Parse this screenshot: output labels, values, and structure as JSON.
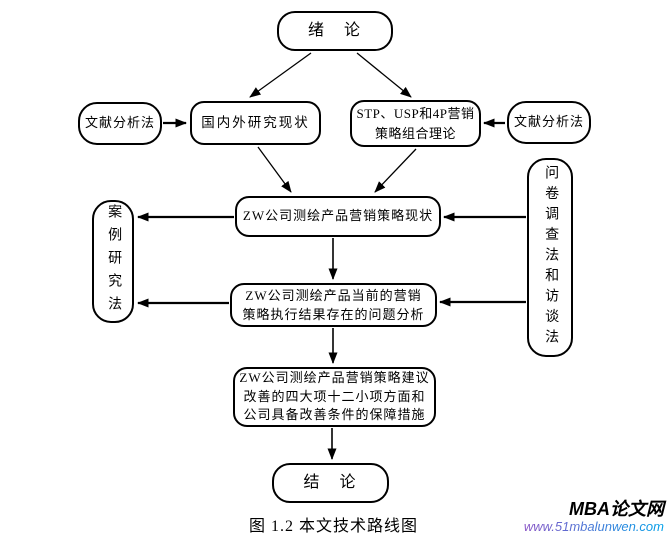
{
  "figure": {
    "caption": "图 1.2  本文技术路线图"
  },
  "nodes": {
    "intro": {
      "label": "绪　论"
    },
    "lit_left": {
      "label": "文献分析法"
    },
    "domestic": {
      "label": "国内外研究现状"
    },
    "stp": {
      "line1": "STP、USP和4P营销",
      "line2": "策略组合理论"
    },
    "lit_right": {
      "label": "文献分析法"
    },
    "case_method": {
      "label": "案例研究法"
    },
    "survey_method": {
      "label": "问卷调查法和访谈法"
    },
    "status": {
      "label": "ZW公司测绘产品营销策略现状"
    },
    "problem": {
      "line1": "ZW公司测绘产品当前的营销",
      "line2": "策略执行结果存在的问题分析"
    },
    "suggestion": {
      "line1": "ZW公司测绘产品营销策略建议",
      "line2": "改善的四大项十二小项方面和",
      "line3": "公司具备改善条件的保障措施"
    },
    "conclusion": {
      "label": "结　论"
    }
  },
  "watermark": {
    "site_name": "MBA论文网",
    "site_url": "www.51mbalunwen.com",
    "colors": {
      "name": "#000000",
      "url_start": "#ee3e97",
      "url_mid": "#8c52c5",
      "url_end": "#00a0e9"
    }
  },
  "diagram": {
    "type": "flowchart",
    "line_color": "#000000",
    "background": "#ffffff"
  }
}
